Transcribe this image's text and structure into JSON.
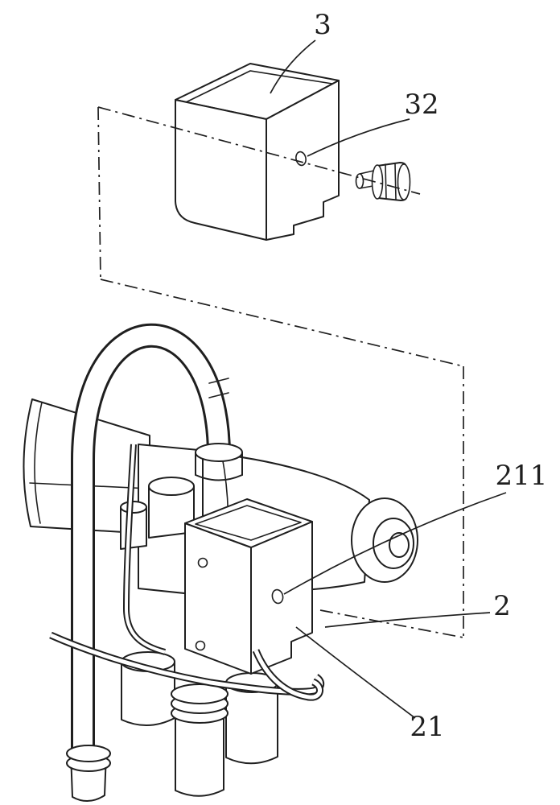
{
  "figure": {
    "background_color": "#ffffff",
    "line_color": "#1f1f1f",
    "labels": {
      "cover": {
        "text": "3"
      },
      "cover_hole": {
        "text": "32"
      },
      "bracket_hole": {
        "text": "211"
      },
      "machine": {
        "text": "2"
      },
      "bracket": {
        "text": "21"
      }
    }
  }
}
